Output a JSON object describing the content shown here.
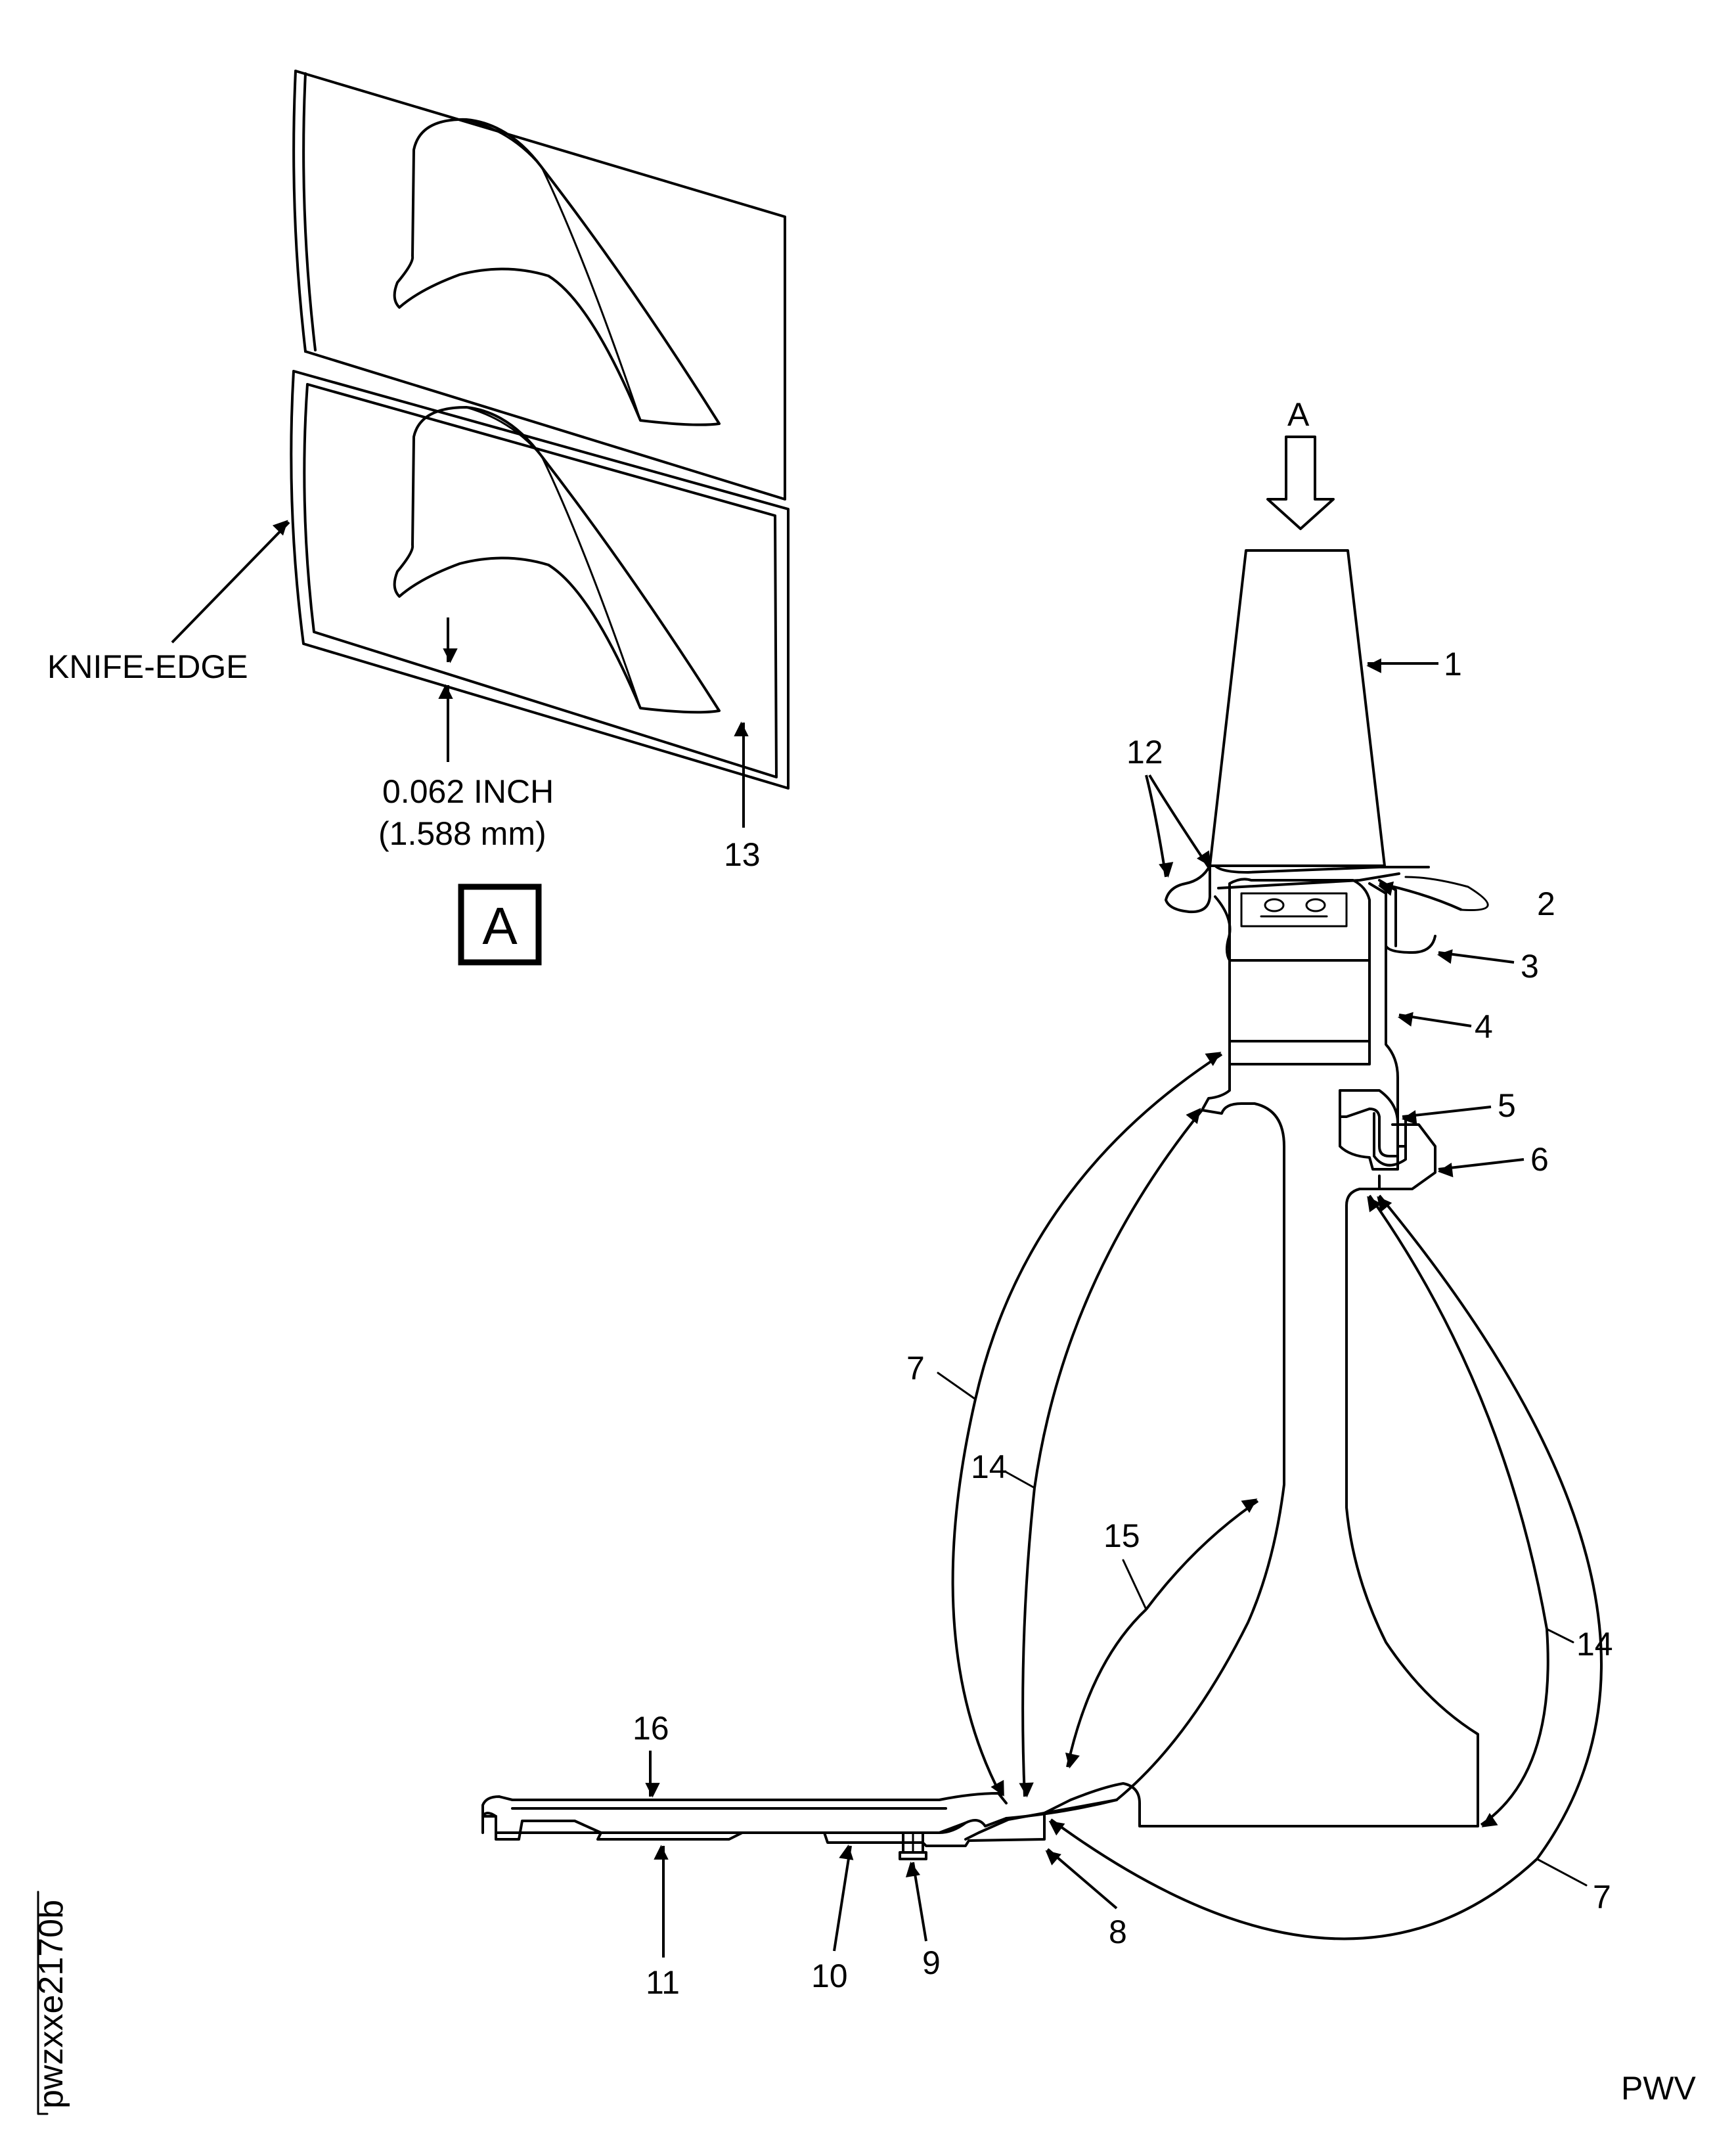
{
  "view_a": {
    "knife_edge_label": "KNIFE-EDGE",
    "dimension_inch": "0.062 INCH",
    "dimension_mm": "(1.588 mm)",
    "view_letter": "A",
    "callout_13": "13"
  },
  "main_view": {
    "view_arrow_letter": "A",
    "callouts": {
      "c1": "1",
      "c2": "2",
      "c3": "3",
      "c4": "4",
      "c5": "5",
      "c6": "6",
      "c7_left": "7",
      "c7_right": "7",
      "c8": "8",
      "c9": "9",
      "c10": "10",
      "c11": "11",
      "c12": "12",
      "c14_left": "14",
      "c14_right": "14",
      "c15": "15",
      "c16": "16"
    }
  },
  "figure_id": "pwzxxe2170b",
  "corner_code": "PWV"
}
